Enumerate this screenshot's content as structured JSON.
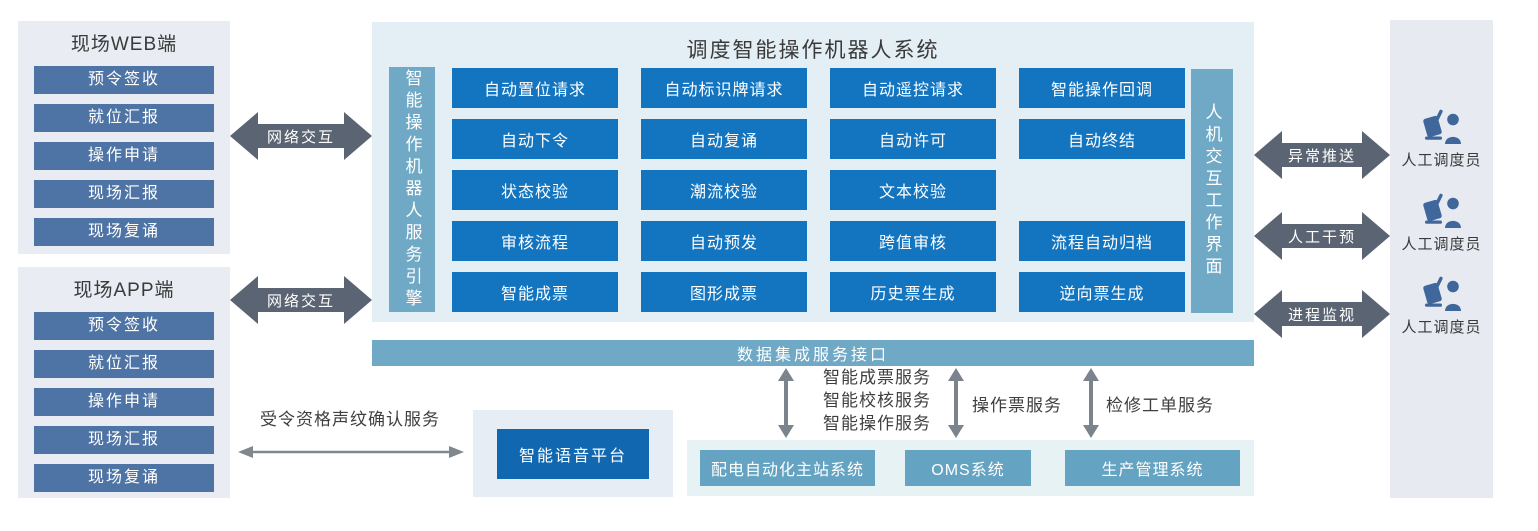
{
  "colors": {
    "primary_blue": "#1375c0",
    "steel_blue": "#4e74a6",
    "teal_bar": "#6fa9c6",
    "teal_button": "#64a3c1",
    "arrow_dark": "#5b6472",
    "arrow_gray": "#7b838c",
    "voice_blue": "#1168b0",
    "dispatcher_icon_blue": "#40679b"
  },
  "web_panel": {
    "title": "现场WEB端",
    "items": [
      "预令签收",
      "就位汇报",
      "操作申请",
      "现场汇报",
      "现场复诵"
    ]
  },
  "app_panel": {
    "title": "现场APP端",
    "items": [
      "预令签收",
      "就位汇报",
      "操作申请",
      "现场汇报",
      "现场复诵"
    ]
  },
  "arrows": {
    "network": "网络交互",
    "exception_push": "异常推送",
    "manual_intervention": "人工干预",
    "process_monitor": "进程监视"
  },
  "central": {
    "title": "调度智能操作机器人系统",
    "engine_bar": "智能操作机器人服务引擎",
    "hmi_bar": "人机交互工作界面",
    "data_bus": "数据集成服务接口",
    "grid": [
      [
        "自动置位请求",
        "自动标识牌请求",
        "自动遥控请求",
        "智能操作回调"
      ],
      [
        "自动下令",
        "自动复诵",
        "自动许可",
        "自动终结"
      ],
      [
        "状态校验",
        "潮流校验",
        "文本校验",
        ""
      ],
      [
        "审核流程",
        "自动预发",
        "跨值审核",
        "流程自动归档"
      ],
      [
        "智能成票",
        "图形成票",
        "历史票生成",
        "逆向票生成"
      ]
    ]
  },
  "dispatchers": {
    "label": "人工调度员"
  },
  "voice": {
    "platform": "智能语音平台",
    "service": "受令资格声纹确认服务"
  },
  "integration": {
    "left_arrow_labels": [
      "智能成票服务",
      "智能校核服务",
      "智能操作服务"
    ],
    "mid_arrow_label": "操作票服务",
    "right_arrow_label": "检修工单服务",
    "systems": [
      "配电自动化主站系统",
      "OMS系统",
      "生产管理系统"
    ]
  }
}
